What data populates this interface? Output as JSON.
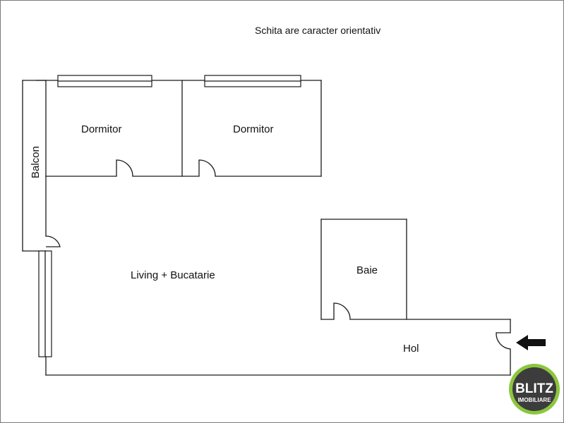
{
  "note": "Schita are caracter orientativ",
  "rooms": {
    "dormitor_1": "Dormitor",
    "dormitor_2": "Dormitor",
    "balcon": "Balcon",
    "living": "Living + Bucatarie",
    "baie": "Baie",
    "hol": "Hol"
  },
  "logo": {
    "brand": "BLITZ",
    "tagline": "IMOBILIARE",
    "ring_color": "#8cc63f",
    "disc_color": "#3c3c3c"
  },
  "colors": {
    "wall": "#1a1a1a",
    "background": "#ffffff",
    "frame": "#7a7a7a"
  },
  "icons": {
    "entrance": "arrow-left-icon"
  }
}
